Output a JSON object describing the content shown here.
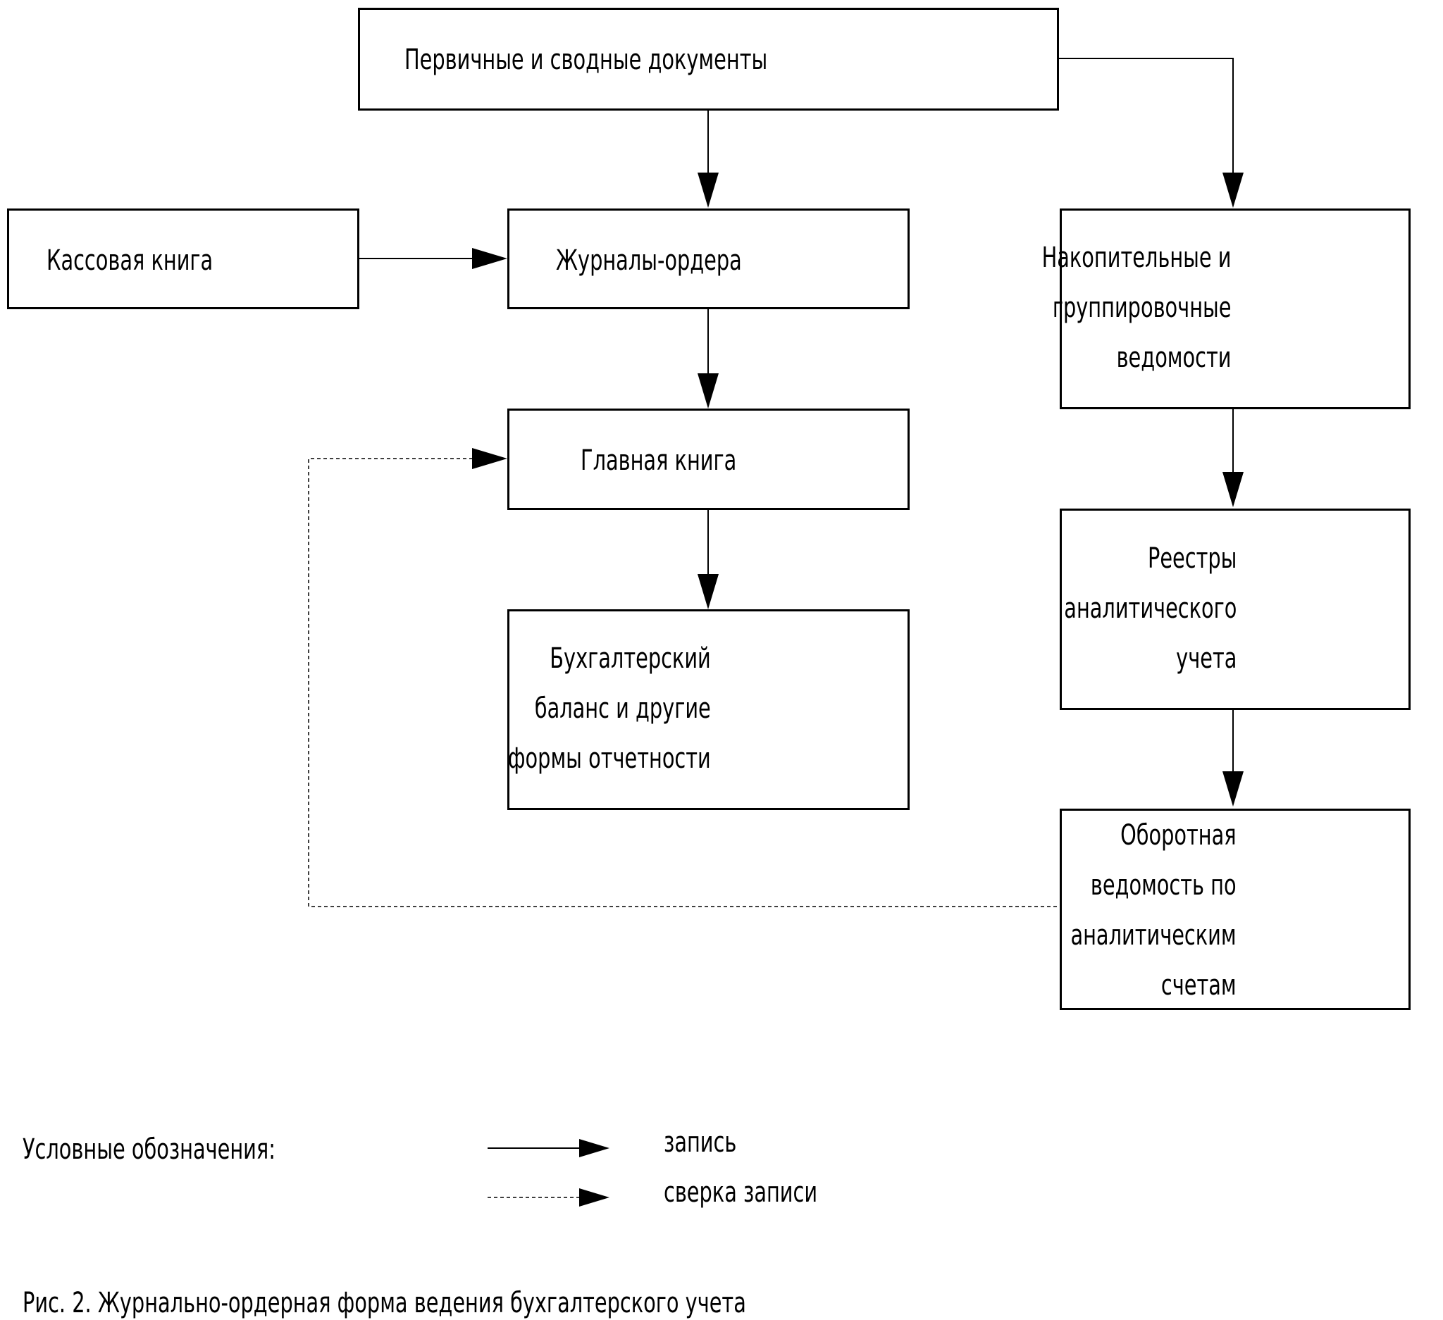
{
  "boxes": {
    "primary_docs": {
      "lines": [
        "Первичные и сводные документы"
      ]
    },
    "cash_book": {
      "lines": [
        "Кассовая книга"
      ]
    },
    "journal_orders": {
      "lines": [
        "Журналы-ордера"
      ]
    },
    "general_ledger": {
      "lines": [
        "Главная книга"
      ]
    },
    "balance_sheet": {
      "lines": [
        "Бухгалтерский",
        "баланс и другие",
        "формы отчетности"
      ]
    },
    "accumulative_statements": {
      "lines": [
        "Накопительные и",
        "группировочные",
        "ведомости"
      ]
    },
    "analytical_registers": {
      "lines": [
        "Реестры",
        "аналитического",
        "учета"
      ]
    },
    "turnover_statement": {
      "lines": [
        "Оборотная",
        "ведомость по",
        "аналитическим",
        "счетам"
      ]
    }
  },
  "legend": {
    "title": "Условные обозначения:",
    "solid_label": "запись",
    "dashed_label": "сверка записи"
  },
  "caption": "Рис. 2. Журнально-ордерная форма ведения бухгалтерского учета",
  "colors": {
    "line": "#000000",
    "background": "#ffffff"
  }
}
